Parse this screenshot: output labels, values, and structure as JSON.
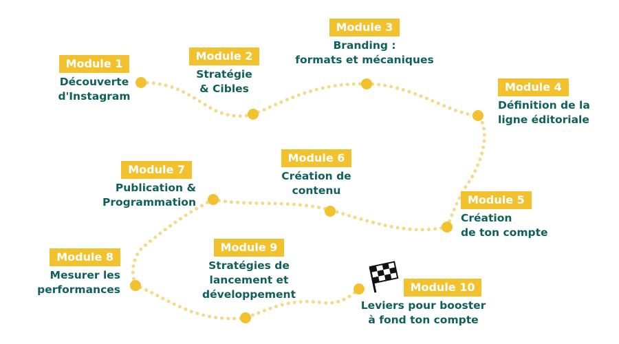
{
  "colors": {
    "badge": "#f2c12e",
    "badge_text": "#ffffff",
    "title_text": "#0f5f5b",
    "path_dots": "#f3da8a",
    "milestone_dot": "#f2c12e"
  },
  "modules": [
    {
      "badge": "Module 1",
      "title": "Découverte\nd'Instagram"
    },
    {
      "badge": "Module 2",
      "title": "Stratégie\n& Cibles"
    },
    {
      "badge": "Module 3",
      "title": "Branding :\nformats et mécaniques"
    },
    {
      "badge": "Module 4",
      "title": "Définition de la\nligne éditoriale"
    },
    {
      "badge": "Module 5",
      "title": "Création\nde ton compte"
    },
    {
      "badge": "Module 6",
      "title": "Création de\ncontenu"
    },
    {
      "badge": "Module 7",
      "title": "Publication &\nProgrammation"
    },
    {
      "badge": "Module 8",
      "title": "Mesurer les\nperformances"
    },
    {
      "badge": "Module 9",
      "title": "Stratégies de\nlancement et\ndéveloppement"
    },
    {
      "badge": "Module 10",
      "title": "Leviers pour booster\nà fond ton compte"
    }
  ],
  "finish_icon": "checkered-flag-icon"
}
